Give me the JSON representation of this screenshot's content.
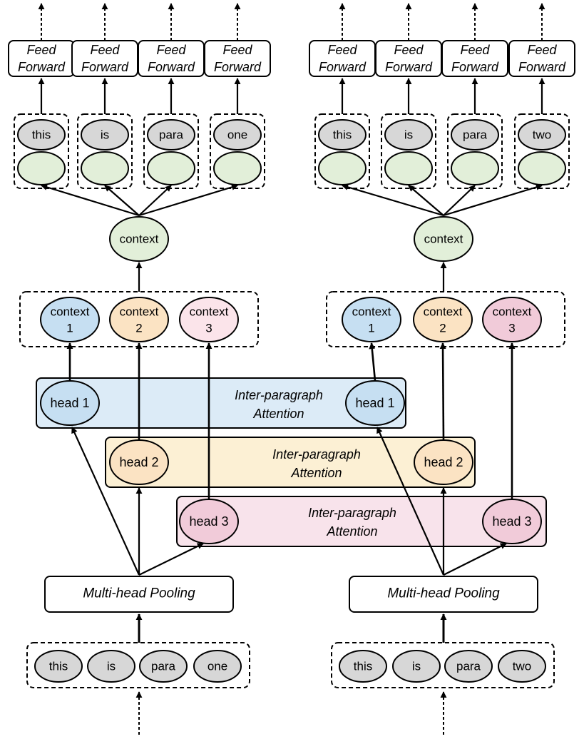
{
  "feed_forward": {
    "line1": "Feed",
    "line2": "Forward"
  },
  "paragraphs": [
    {
      "tokens": [
        "this",
        "is",
        "para",
        "one"
      ],
      "pooling_label": "Multi-head Pooling",
      "context_label": "context",
      "head_contexts": [
        {
          "line1": "context",
          "line2": "1"
        },
        {
          "line1": "context",
          "line2": "2"
        },
        {
          "line1": "context",
          "line2": "3"
        }
      ]
    },
    {
      "tokens": [
        "this",
        "is",
        "para",
        "two"
      ],
      "pooling_label": "Multi-head Pooling",
      "context_label": "context",
      "head_contexts": [
        {
          "line1": "context",
          "line2": "1"
        },
        {
          "line1": "context",
          "line2": "2"
        },
        {
          "line1": "context",
          "line2": "3"
        }
      ]
    }
  ],
  "heads": [
    {
      "label": "head 1",
      "attn_line1": "Inter-paragraph",
      "attn_line2": "Attention"
    },
    {
      "label": "head 2",
      "attn_line1": "Inter-paragraph",
      "attn_line2": "Attention"
    },
    {
      "label": "head 3",
      "attn_line1": "Inter-paragraph",
      "attn_line2": "Attention"
    }
  ],
  "colors": {
    "token_fill": "#d7d7d7",
    "output_fill": "#e2efd9",
    "context_fill": "#e2efd9",
    "head1_fill": "#c6dff2",
    "head2_fill": "#fbe3c3",
    "head3_fill": "#f1cbd9",
    "head1_ctx_fill": "#c6dff2",
    "head2_ctx_fill": "#fbe3c3",
    "head3_ctx_fill_left": "#fbe4ea",
    "head3_ctx_fill_right": "#f1cbd9",
    "band1_fill": "#dcebf7",
    "band2_fill": "#fcf0d4",
    "band3_fill": "#f8e3eb",
    "stroke": "#000000"
  }
}
